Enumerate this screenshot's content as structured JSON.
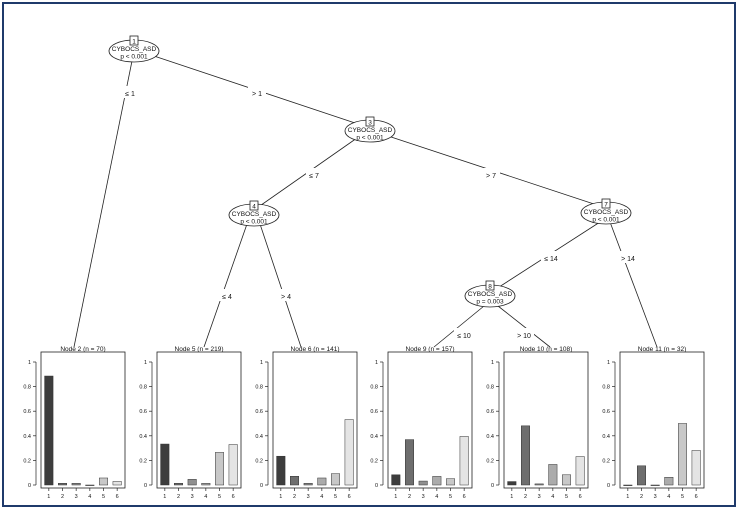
{
  "inner_nodes": [
    {
      "id": "1",
      "variable": "CYBOCS_ASD",
      "p": "p < 0.001"
    },
    {
      "id": "3",
      "variable": "CYBOCS_ASD",
      "p": "p < 0.001"
    },
    {
      "id": "4",
      "variable": "CYBOCS_ASD",
      "p": "p < 0.001"
    },
    {
      "id": "7",
      "variable": "CYBOCS_ASD",
      "p": "p < 0.001"
    },
    {
      "id": "8",
      "variable": "CYBOCS_ASD",
      "p": "p = 0.003"
    }
  ],
  "edge_labels": [
    "≤ 1",
    "> 1",
    "≤ 7",
    "> 7",
    "≤ 4",
    "> 4",
    "≤ 14",
    "> 14",
    "≤ 10",
    "> 10"
  ],
  "chart_data": [
    {
      "type": "bar",
      "title": "Node 2 (n = 70)",
      "categories": [
        "1",
        "2",
        "3",
        "4",
        "5",
        "6"
      ],
      "values": [
        0.886,
        0.014,
        0.014,
        0.0,
        0.057,
        0.029
      ],
      "ylim": [
        0,
        1
      ],
      "yticks": [
        "0",
        "0.2",
        "0.4",
        "0.6",
        "0.8",
        "1"
      ]
    },
    {
      "type": "bar",
      "title": "Node 5 (n = 219)",
      "categories": [
        "1",
        "2",
        "3",
        "4",
        "5",
        "6"
      ],
      "values": [
        0.333,
        0.014,
        0.046,
        0.014,
        0.265,
        0.329
      ],
      "ylim": [
        0,
        1
      ],
      "yticks": [
        "0",
        "0.2",
        "0.4",
        "0.6",
        "0.8",
        "1"
      ]
    },
    {
      "type": "bar",
      "title": "Node 6 (n = 141)",
      "categories": [
        "1",
        "2",
        "3",
        "4",
        "5",
        "6"
      ],
      "values": [
        0.234,
        0.071,
        0.014,
        0.057,
        0.092,
        0.532
      ],
      "ylim": [
        0,
        1
      ],
      "yticks": [
        "0",
        "0.2",
        "0.4",
        "0.6",
        "0.8",
        "1"
      ]
    },
    {
      "type": "bar",
      "title": "Node 9 (n = 157)",
      "categories": [
        "1",
        "2",
        "3",
        "4",
        "5",
        "6"
      ],
      "values": [
        0.083,
        0.369,
        0.032,
        0.07,
        0.051,
        0.395
      ],
      "ylim": [
        0,
        1
      ],
      "yticks": [
        "0",
        "0.2",
        "0.4",
        "0.6",
        "0.8",
        "1"
      ]
    },
    {
      "type": "bar",
      "title": "Node 10 (n = 108)",
      "categories": [
        "1",
        "2",
        "3",
        "4",
        "5",
        "6"
      ],
      "values": [
        0.028,
        0.481,
        0.009,
        0.167,
        0.083,
        0.231
      ],
      "ylim": [
        0,
        1
      ],
      "yticks": [
        "0",
        "0.2",
        "0.4",
        "0.6",
        "0.8",
        "1"
      ]
    },
    {
      "type": "bar",
      "title": "Node 11 (n = 32)",
      "categories": [
        "1",
        "2",
        "3",
        "4",
        "5",
        "6"
      ],
      "values": [
        0.0,
        0.156,
        0.0,
        0.063,
        0.5,
        0.281
      ],
      "ylim": [
        0,
        1
      ],
      "yticks": [
        "0",
        "0.2",
        "0.4",
        "0.6",
        "0.8",
        "1"
      ]
    }
  ],
  "colors": {
    "frame": "#1f3a6b",
    "bars": [
      "#3d3d3d",
      "#6e6e6e",
      "#8f8f8f",
      "#ababab",
      "#c8c8c8",
      "#e4e4e4"
    ]
  }
}
